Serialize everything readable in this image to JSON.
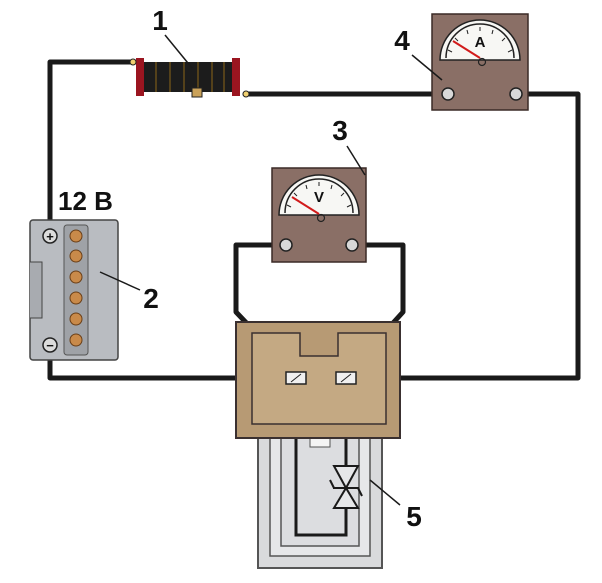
{
  "labels": {
    "rheostat": "1",
    "battery": "2",
    "voltmeter": "3",
    "ammeter": "4",
    "device": "5",
    "voltage": "12 B"
  },
  "meters": {
    "voltmeter_letter": "V",
    "ammeter_letter": "A"
  },
  "battery_terminals": {
    "positive": "+",
    "negative": "−"
  },
  "colors": {
    "wire": "#1a1a1a",
    "meter_body": "#8a6f66",
    "battery_body": "#b9bcc1",
    "cell": "#c98a4a",
    "connection_box": "#b79a74",
    "housing": "#d9dadc",
    "rheostat_body": "#1c1c1c",
    "rheostat_cap": "#9b1520",
    "needle": "#d11b1b"
  }
}
